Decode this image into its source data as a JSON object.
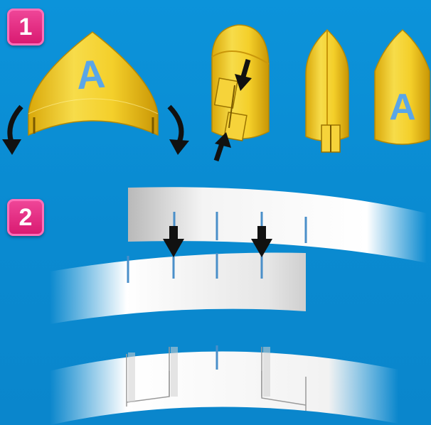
{
  "steps": [
    {
      "number": "1"
    },
    {
      "number": "2"
    }
  ],
  "crown": {
    "letter": "A"
  },
  "colors": {
    "background": "#0b8fd6",
    "badge": "#e52b84",
    "gold": "#f3cf2a",
    "letter": "#5aa6e8",
    "strip": "#ffffff",
    "arrow": "#111111"
  }
}
